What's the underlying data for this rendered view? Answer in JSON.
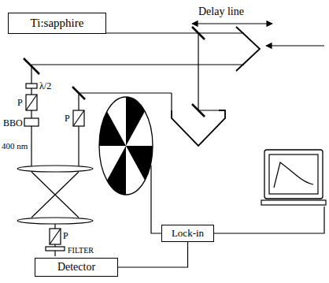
{
  "diagram": {
    "nodes": [
      {
        "text": [
          "Ti:sapphire"
        ]
      },
      {
        "text": [
          "Lock-in"
        ]
      },
      {
        "text": [
          "Detector"
        ]
      }
    ],
    "edges": [
      {
        "from": 2,
        "to": 1,
        "arrow": "none"
      }
    ],
    "labels": [
      "Delay line",
      "λ/2",
      "P",
      "BBO",
      "400 nm",
      "P",
      "P",
      "FILTER"
    ]
  }
}
